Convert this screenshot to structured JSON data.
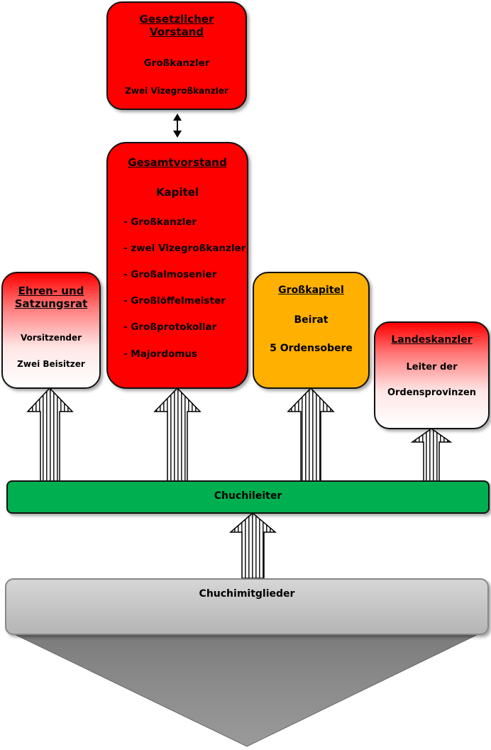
{
  "vorstand": {
    "title_line1": "Gesetzlicher",
    "title_line2": "Vorstand",
    "role1": "Großkanzler",
    "role2": "Zwei Vizegroßkanzler"
  },
  "gesamtvorstand": {
    "title": "Gesamtvorstand",
    "subtitle": "Kapitel",
    "items": [
      "- Großkanzler",
      "- zwei Vizegroßkanzler",
      "- Großalmosenier",
      "- Großlöffelmeister",
      "- Großprotokollar",
      "- Majordomus"
    ]
  },
  "ehrenrat": {
    "title_line1": "Ehren- und",
    "title_line2": "Satzungsrat",
    "role1": "Vorsitzender",
    "role2": "Zwei Beisitzer"
  },
  "grosskapitel": {
    "title": "Großkapitel",
    "line1": "Beirat",
    "line2": "5 Ordensobere"
  },
  "landeskanzler": {
    "title": "Landeskanzler",
    "line1": "Leiter der",
    "line2": "Ordensprovinzen"
  },
  "chuchileiter": {
    "label": "Chuchileiter"
  },
  "chuchimitglieder": {
    "label": "Chuchimitglieder"
  },
  "colors": {
    "red": "#ff0000",
    "orange": "#ffb000",
    "green": "#00b050",
    "gray": "#bfbfbf"
  }
}
